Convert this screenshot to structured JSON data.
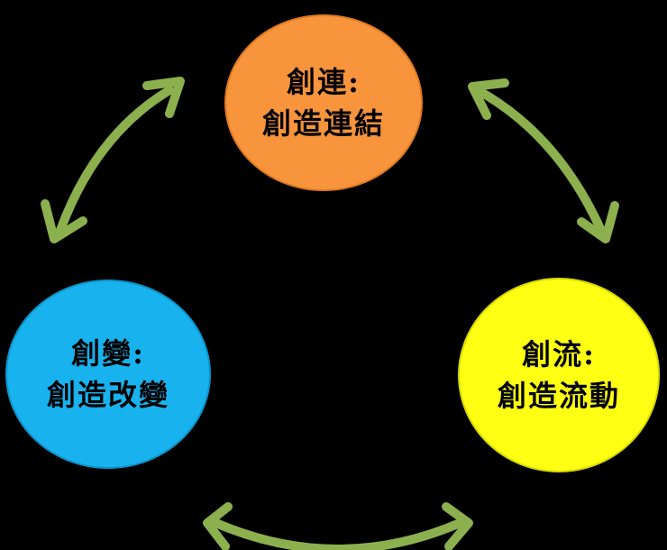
{
  "colors": {
    "background": "#000000",
    "arrow": "#8db04e",
    "node_top_fill": "#f7943c",
    "node_left_fill": "#18b2ee",
    "node_right_fill": "#ffff14",
    "text": "#000000"
  },
  "nodes": {
    "top": {
      "line1": "創連:",
      "line2": "創造連結"
    },
    "left": {
      "line1": "創變:",
      "line2": "創造改變"
    },
    "right": {
      "line1": "創流:",
      "line2": "創造流動"
    }
  }
}
